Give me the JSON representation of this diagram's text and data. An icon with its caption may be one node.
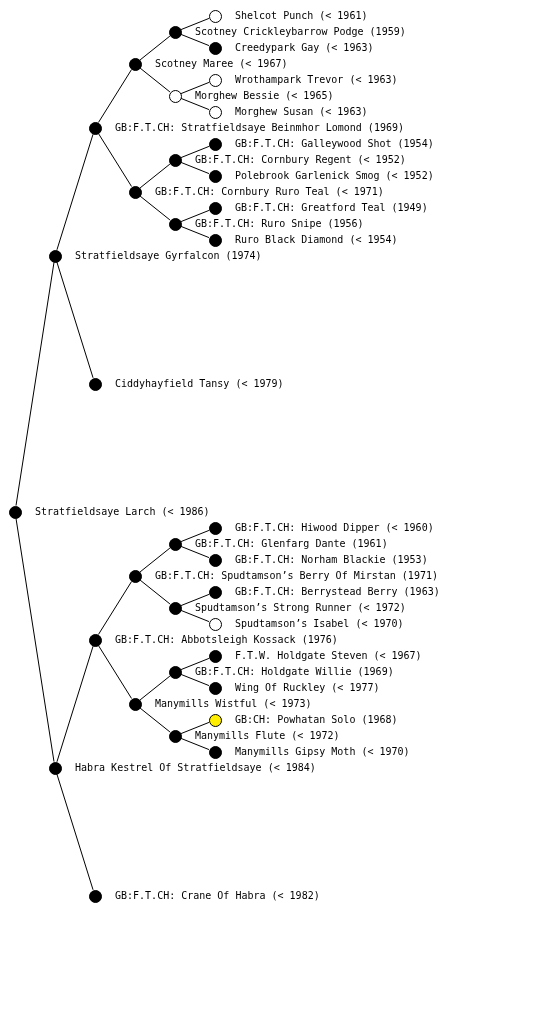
{
  "diagram": {
    "nodes": [
      {
        "text": [
          "Shelcot Punch (< 1961)"
        ]
      },
      {
        "text": [
          "Scotney Crickleybarrow Podge (1959)"
        ]
      },
      {
        "text": [
          "Creedypark Gay (< 1963)"
        ]
      },
      {
        "text": [
          "Scotney Maree (< 1967)"
        ]
      },
      {
        "text": [
          "Wrothampark Trevor (< 1963)"
        ]
      },
      {
        "text": [
          "Morghew Bessie (< 1965)"
        ]
      },
      {
        "text": [
          "Morghew Susan (< 1963)"
        ]
      },
      {
        "text": [
          "GB:F.T.CH: Stratfieldsaye Beinmhor Lomond (1969)"
        ]
      },
      {
        "text": [
          "GB:F.T.CH: Galleywood Shot (1954)"
        ]
      },
      {
        "text": [
          "GB:F.T.CH: Cornbury Regent (< 1952)"
        ]
      },
      {
        "text": [
          "Polebrook Garlenick Smog (< 1952)"
        ]
      },
      {
        "text": [
          "GB:F.T.CH: Cornbury Ruro Teal (< 1971)"
        ]
      },
      {
        "text": [
          "GB:F.T.CH: Greatford Teal (1949)"
        ]
      },
      {
        "text": [
          "GB:F.T.CH: Ruro Snipe (1956)"
        ]
      },
      {
        "text": [
          "Ruro Black Diamond (< 1954)"
        ]
      },
      {
        "text": [
          "Stratfieldsaye Gyrfalcon (1974)"
        ]
      },
      {
        "text": [
          "Ciddyhayfield Tansy (< 1979)"
        ]
      },
      {
        "text": [
          "Stratfieldsaye Larch (< 1986)"
        ]
      },
      {
        "text": [
          "GB:F.T.CH: Hiwood Dipper (< 1960)"
        ]
      },
      {
        "text": [
          "GB:F.T.CH: Glenfarg Dante (1961)"
        ]
      },
      {
        "text": [
          "GB:F.T.CH: Norham Blackie (1953)"
        ]
      },
      {
        "text": [
          "GB:F.T.CH: Spudtamson’s Berry Of Mirstan (1971)"
        ]
      },
      {
        "text": [
          "GB:F.T.CH: Berrystead Berry (1963)"
        ]
      },
      {
        "text": [
          "Spudtamson’s Strong Runner (< 1972)"
        ]
      },
      {
        "text": [
          "Spudtamson’s Isabel (< 1970)"
        ]
      },
      {
        "text": [
          "GB:F.T.CH: Abbotsleigh Kossack (1976)"
        ]
      },
      {
        "text": [
          "F.T.W. Holdgate Steven (< 1967)"
        ]
      },
      {
        "text": [
          "GB:F.T.CH: Holdgate Willie (1969)"
        ]
      },
      {
        "text": [
          "Wing Of Ruckley (< 1977)"
        ]
      },
      {
        "text": [
          "Manymills Wistful (< 1973)"
        ]
      },
      {
        "text": [
          "GB:CH: Powhatan Solo (1968)"
        ]
      },
      {
        "text": [
          "Manymills Flute (< 1972)"
        ]
      },
      {
        "text": [
          "Manymills Gipsy Moth (< 1970)"
        ]
      },
      {
        "text": [
          "Habra Kestrel Of Stratfieldsaye (< 1984)"
        ]
      },
      {
        "text": [
          "GB:F.T.CH: Crane Of Habra (< 1982)"
        ]
      }
    ],
    "edges": [
      {
        "from": 17,
        "to": 15,
        "arrow": "none"
      },
      {
        "from": 17,
        "to": 33,
        "arrow": "none"
      },
      {
        "from": 15,
        "to": 7,
        "arrow": "none"
      },
      {
        "from": 15,
        "to": 16,
        "arrow": "none"
      },
      {
        "from": 7,
        "to": 3,
        "arrow": "none"
      },
      {
        "from": 7,
        "to": 11,
        "arrow": "none"
      },
      {
        "from": 3,
        "to": 1,
        "arrow": "none"
      },
      {
        "from": 3,
        "to": 5,
        "arrow": "none"
      },
      {
        "from": 1,
        "to": 0,
        "arrow": "none"
      },
      {
        "from": 1,
        "to": 2,
        "arrow": "none"
      },
      {
        "from": 5,
        "to": 4,
        "arrow": "none"
      },
      {
        "from": 5,
        "to": 6,
        "arrow": "none"
      },
      {
        "from": 11,
        "to": 9,
        "arrow": "none"
      },
      {
        "from": 11,
        "to": 13,
        "arrow": "none"
      },
      {
        "from": 9,
        "to": 8,
        "arrow": "none"
      },
      {
        "from": 9,
        "to": 10,
        "arrow": "none"
      },
      {
        "from": 13,
        "to": 12,
        "arrow": "none"
      },
      {
        "from": 13,
        "to": 14,
        "arrow": "none"
      },
      {
        "from": 33,
        "to": 25,
        "arrow": "none"
      },
      {
        "from": 33,
        "to": 34,
        "arrow": "none"
      },
      {
        "from": 25,
        "to": 21,
        "arrow": "none"
      },
      {
        "from": 25,
        "to": 29,
        "arrow": "none"
      },
      {
        "from": 21,
        "to": 19,
        "arrow": "none"
      },
      {
        "from": 21,
        "to": 23,
        "arrow": "none"
      },
      {
        "from": 19,
        "to": 18,
        "arrow": "none"
      },
      {
        "from": 19,
        "to": 20,
        "arrow": "none"
      },
      {
        "from": 23,
        "to": 22,
        "arrow": "none"
      },
      {
        "from": 23,
        "to": 24,
        "arrow": "none"
      },
      {
        "from": 29,
        "to": 27,
        "arrow": "none"
      },
      {
        "from": 29,
        "to": 31,
        "arrow": "none"
      },
      {
        "from": 27,
        "to": 26,
        "arrow": "none"
      },
      {
        "from": 27,
        "to": 28,
        "arrow": "none"
      },
      {
        "from": 31,
        "to": 30,
        "arrow": "none"
      },
      {
        "from": 31,
        "to": 32,
        "arrow": "none"
      }
    ]
  }
}
